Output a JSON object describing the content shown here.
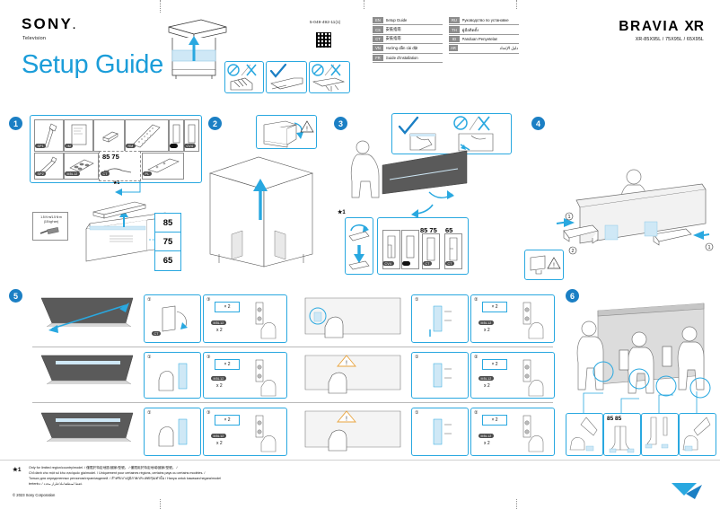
{
  "header": {
    "brand": "SONY",
    "category": "Television",
    "title": "Setup Guide",
    "doc_number": "5-049-492-11(1)",
    "product_line": "BRAVIA",
    "product_suffix": "XR",
    "models": "XR-85X95L / 75X95L / 65X95L",
    "qr_icon": "qr-code-icon"
  },
  "languages_left": [
    {
      "code": "EN",
      "name": "Setup Guide"
    },
    {
      "code": "CS",
      "name": "安裝指南"
    },
    {
      "code": "CT",
      "name": "安裝指南"
    },
    {
      "code": "VN",
      "name": "Hướng dẫn cài đặt"
    },
    {
      "code": "FR",
      "name": "Guide d'installation"
    }
  ],
  "languages_right": [
    {
      "code": "RU",
      "name": "Руководство по установке"
    },
    {
      "code": "TH",
      "name": "คู่มือติดตั้ง"
    },
    {
      "code": "ID",
      "name": "Panduan Penyetelan"
    },
    {
      "code": "AR",
      "name": "دليل الإعداد"
    }
  ],
  "steps": {
    "one": "1",
    "two": "2",
    "three": "3",
    "four": "4",
    "five": "5",
    "six": "6"
  },
  "parts": {
    "stand_leg_a": "SP1",
    "manual": "IM",
    "cover_small": "CV1",
    "remote": "RM",
    "cover_tall_a": "CV3",
    "cover_tall_b": "CV4",
    "stand_leg_b": "SP2",
    "screw_pack": "M5L12",
    "cable_tie": "CT",
    "plate": "PL",
    "star_note": "★1"
  },
  "torque": {
    "line1": "1.5 N·m/1.5 N·m",
    "line2": "(15 kgf·cm)",
    "icon": "screwdriver-icon"
  },
  "sizes": {
    "big": "85",
    "mid": "75",
    "small": "65",
    "pair_85_75": "85  75",
    "single_65": "65",
    "step6_label": "85 85"
  },
  "callouts": {
    "x2": "× 2",
    "screw": "M5L12",
    "screw_count": "x 2",
    "num1": "①",
    "num2": "②",
    "num3": "③"
  },
  "symbols": {
    "check": "check-icon",
    "prohibit": "prohibition-icon",
    "cross": "cross-icon",
    "warning": "warning-triangle-icon"
  },
  "footer": {
    "star": "★1",
    "line1": "Only for limited region/country/model. / 僅限於特定地區/國家/型號。 / 僅限用於特定地域/國家/型號。 /",
    "line2": "Chỉ dành cho một số khu vực/quốc gia/model. / Uniquement pour certaines régions, certains pays ou certains modèles. /",
    "line3": "Только для определенных регионов/стран/моделей. / สำหรับบางภูมิภาค/ประเทศ/รุ่นเท่านั้น / Hanya untuk kawasan/negara/model",
    "line4": "tertentu. / فقط لمنطقة/بلد/طراز محدد.",
    "copyright": "© 2023 Sony Corporation"
  }
}
